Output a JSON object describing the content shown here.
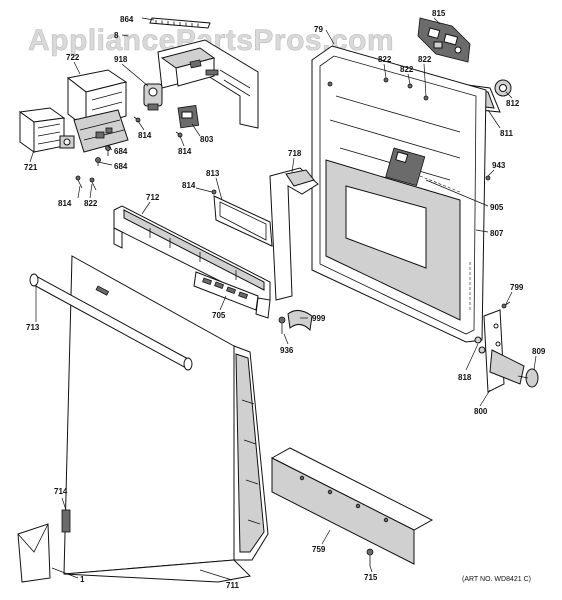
{
  "watermark": "AppliancePartsPros.com",
  "art_number": "(ART NO. WD8421 C)",
  "labels": {
    "l864": "864",
    "l8x": "8",
    "l79x": "79",
    "l815": "815",
    "l722": "722",
    "l918": "918",
    "l822a": "822",
    "l822b": "822",
    "l822c": "822",
    "l812": "812",
    "l814a": "814",
    "l814b": "814",
    "l803": "803",
    "l684a": "684",
    "l684b": "684",
    "l721": "721",
    "l811": "811",
    "l718": "718",
    "l943": "943",
    "l813": "813",
    "l814c": "814",
    "l814d": "814",
    "l822d": "822",
    "l712": "712",
    "l905": "905",
    "l807": "807",
    "l799": "799",
    "l713": "713",
    "l705": "705",
    "l999": "999",
    "l936": "936",
    "l809": "809",
    "l818": "818",
    "l800": "800",
    "l714": "714",
    "l759": "759",
    "l1": "1",
    "l711": "711",
    "l715": "715"
  }
}
